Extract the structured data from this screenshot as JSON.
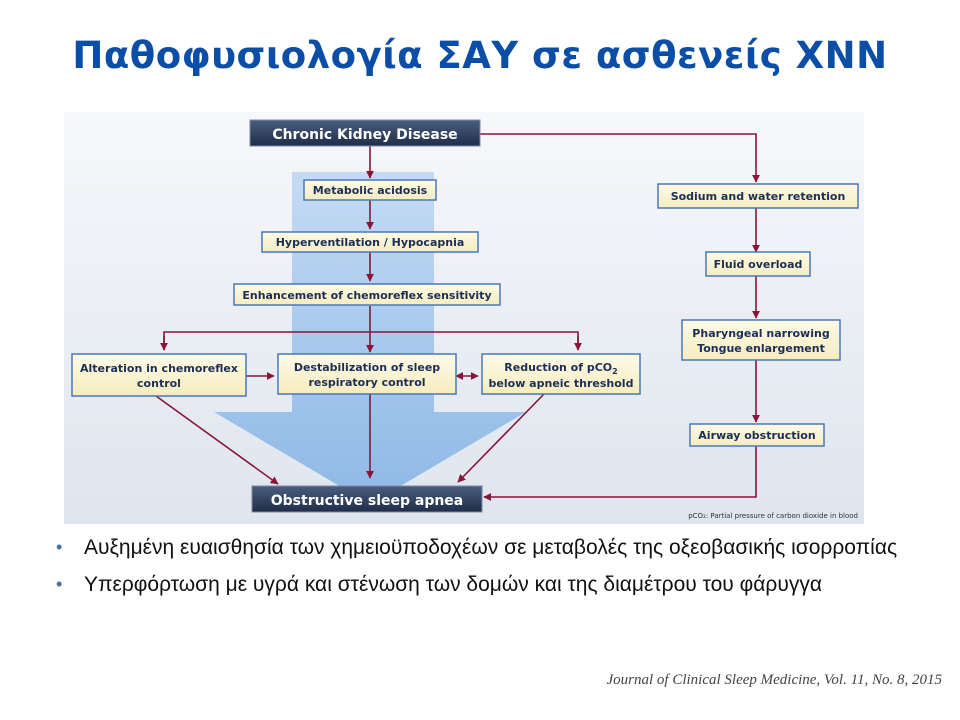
{
  "title": "Παθοφυσιολογία ΣΑΥ σε ασθενείς ΧΝΝ",
  "diagram": {
    "nodes": {
      "ckd": "Chronic Kidney Disease",
      "metabolic_acidosis": "Metabolic acidosis",
      "hyperventilation": "Hyperventilation / Hypocapnia",
      "chemoreflex_enh": "Enhancement of chemoreflex sensitivity",
      "alteration_1": "Alteration in chemoreflex",
      "alteration_2": "control",
      "destab_1": "Destabilization of  sleep",
      "destab_2": "respiratory control",
      "reduction_1": "Reduction of pCO",
      "reduction_sub": "2",
      "reduction_2": "below apneic threshold",
      "sodium": "Sodium and water retention",
      "fluid": "Fluid overload",
      "pharyngeal_1": "Pharyngeal narrowing",
      "pharyngeal_2": "Tongue enlargement",
      "airway": "Airway obstruction",
      "osa": "Obstructive sleep apnea"
    },
    "footnote": "pCO₂: Partial pressure of carbon dioxide in blood"
  },
  "bullets": [
    "Αυξημένη ευαισθησία των χημειοϋποδοχέων σε μεταβολές της οξεοβασικής ισορροπίας",
    "Υπερφόρτωση με υγρά και στένωση των δομών και της διαμέτρου του φάρυγγα"
  ],
  "citation": "Journal of Clinical Sleep Medicine, Vol. 11, No. 8, 2015",
  "colors": {
    "title": "#0a4ea8",
    "arrow": "#8a1538",
    "dark_box": "#2e3f5c",
    "light_box": "#fcf6d6"
  }
}
